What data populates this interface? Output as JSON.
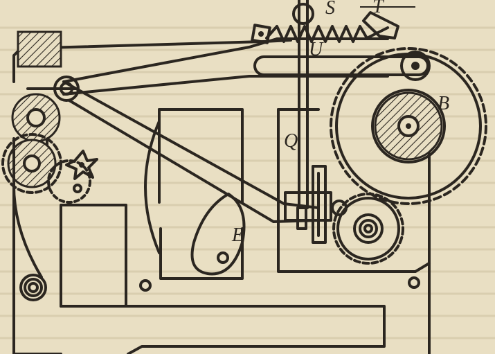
{
  "figure": {
    "labels": {
      "S": "S",
      "T": "T",
      "U": "U",
      "B": "B",
      "Q": "Q",
      "E": "E"
    },
    "colors": {
      "paper": "#e9dfc3",
      "ink": "#2b2620"
    }
  }
}
